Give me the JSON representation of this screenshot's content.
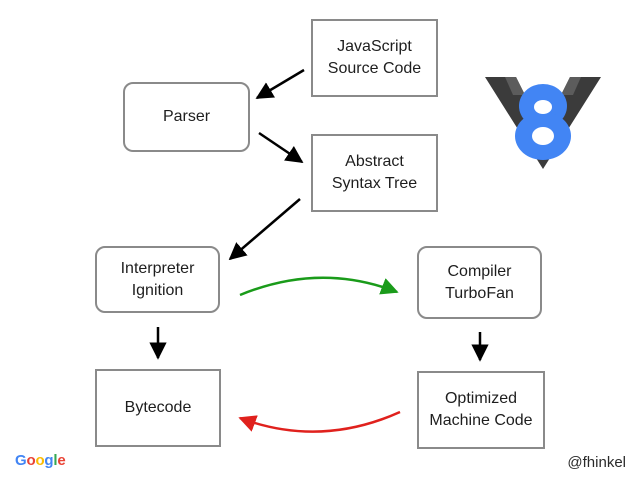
{
  "diagram": {
    "nodes": {
      "source": "JavaScript\nSource Code",
      "parser": "Parser",
      "ast": "Abstract\nSyntax Tree",
      "interpreter": "Interpreter\nIgnition",
      "compiler": "Compiler\nTurboFan",
      "bytecode": "Bytecode",
      "optimized": "Optimized\nMachine Code"
    },
    "arrow_colors": {
      "flow": "#000000",
      "optimize": "#1a9b1a",
      "deoptimize": "#e0211d"
    }
  },
  "footer": {
    "brand_logo": "Google",
    "handle": "@fhinkel"
  },
  "logo": {
    "text": "V8",
    "colors": {
      "v_shape": "#3b3b3b",
      "eight": "#4285f4"
    }
  }
}
